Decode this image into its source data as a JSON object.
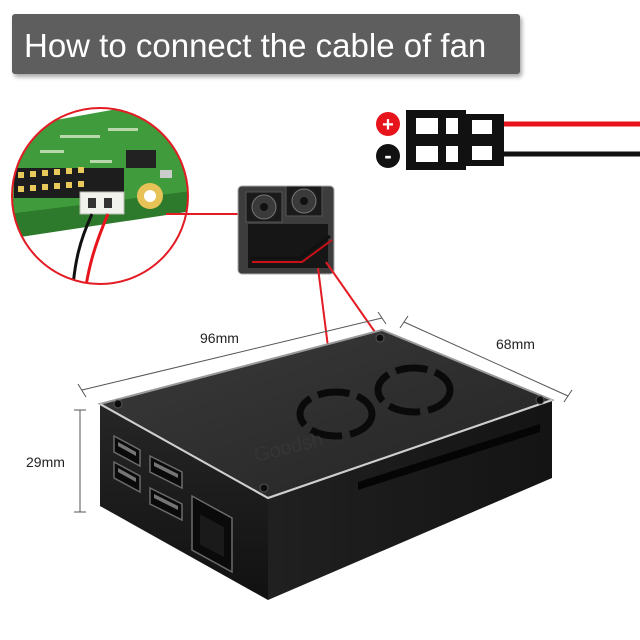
{
  "title": "How to connect the cable of fan",
  "dimensions": {
    "length": "96mm",
    "width": "68mm",
    "height": "29mm"
  },
  "connector": {
    "positive_symbol": "+",
    "negative_symbol": "-"
  },
  "colors": {
    "banner": "#5e5e5e",
    "positive_wire": "#e8141b",
    "negative_wire": "#111111",
    "callout_line": "#e31b23",
    "case_body": "#1b1b1b",
    "pcb_green": "#3f9b3b"
  },
  "watermark": "Goodsh"
}
